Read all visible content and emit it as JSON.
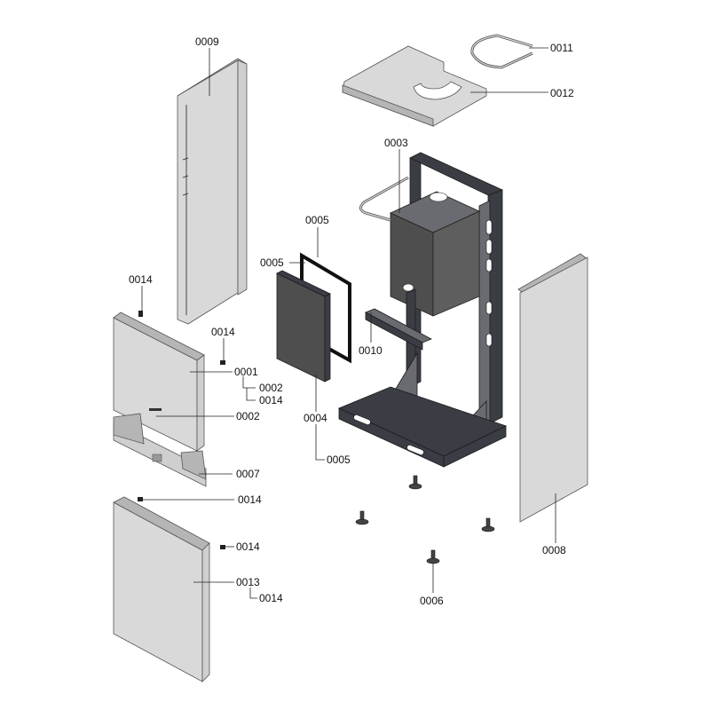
{
  "labels": {
    "p0009": "0009",
    "p0011": "0011",
    "p0012": "0012",
    "p0003": "0003",
    "p0005_top": "0005",
    "p0005_left": "0005",
    "p0014_a": "0014",
    "p0014_b": "0014",
    "p0001": "0001",
    "p0002_a": "0002",
    "p0014_c": "0014",
    "p0002_b": "0002",
    "p0010": "0010",
    "p0004": "0004",
    "p0005_bottom": "0005",
    "p0007": "0007",
    "p0014_d": "0014",
    "p0014_e": "0014",
    "p0013": "0013",
    "p0014_f": "0014",
    "p0008": "0008",
    "p0006": "0006"
  },
  "colors": {
    "light_panel": "#d9d9d9",
    "dark_panel": "#4e4e4e",
    "frame": "#3b3d44",
    "text": "#111111"
  }
}
